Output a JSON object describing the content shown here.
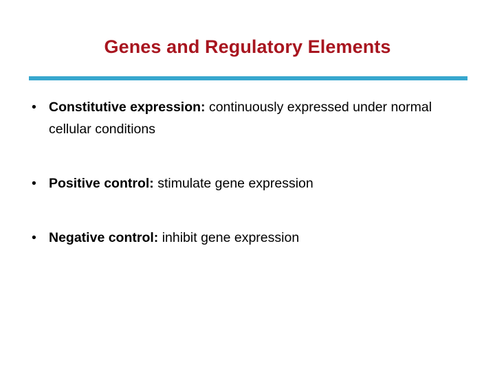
{
  "slide": {
    "title": "Genes and Regulatory Elements",
    "accent_rule_color": "#37A7CE",
    "title_color": "#A8151F",
    "background_color": "#FFFFFF",
    "bullet_glyph": "•",
    "bullets": [
      {
        "term": "Constitutive expression:",
        "rest": " continuously expressed under normal cellular conditions"
      },
      {
        "term": "Positive control:",
        "rest": " stimulate gene expression"
      },
      {
        "term": "Negative control:",
        "rest": " inhibit gene expression"
      }
    ]
  }
}
